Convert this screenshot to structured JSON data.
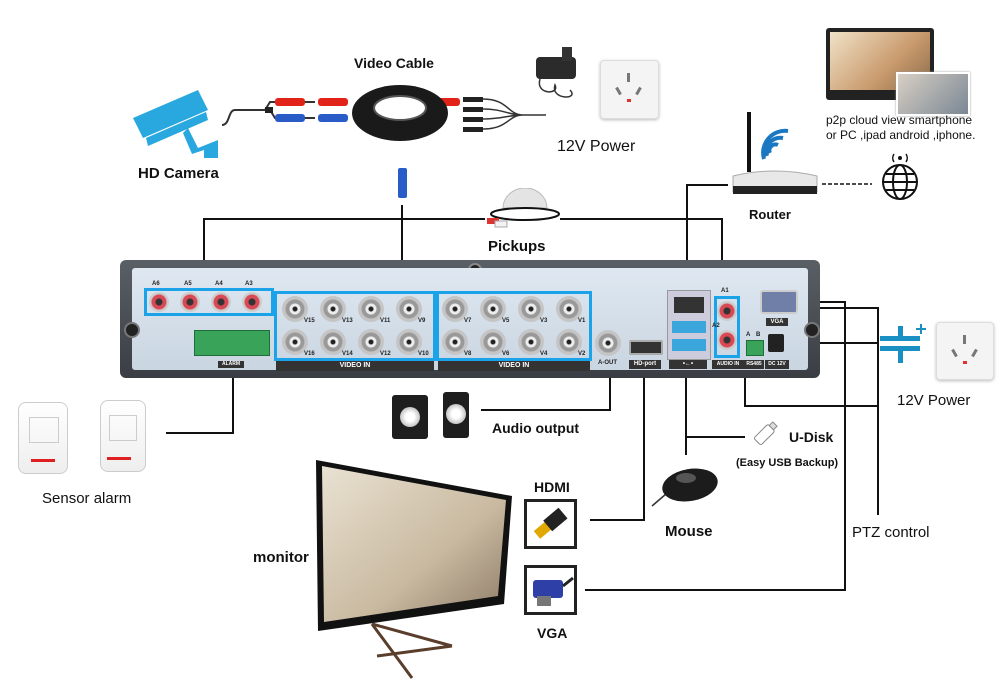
{
  "diagram": {
    "title_labels": {
      "video_cable": "Video Cable",
      "hd_camera": "HD Camera",
      "power_top": "12V Power",
      "cloud_view": "p2p cloud view smartphone",
      "cloud_view_2": "or PC ,ipad android ,iphone.",
      "router": "Router",
      "pickups": "Pickups",
      "power_right": "12V Power",
      "audio_output": "Audio output",
      "u_disk": "U-Disk",
      "u_disk_sub": "(Easy USB Backup)",
      "sensor_alarm": "Sensor alarm",
      "hdmi": "HDMI",
      "mouse": "Mouse",
      "ptz_control": "PTZ control",
      "monitor": "monitor",
      "vga": "VGA"
    },
    "dvr_panel": {
      "audio_in_left": [
        "A6",
        "A5",
        "A4",
        "A3"
      ],
      "video_in_top_left": [
        "V15",
        "V13",
        "V11",
        "V9"
      ],
      "video_in_bottom_left": [
        "V16",
        "V14",
        "V12",
        "V10"
      ],
      "video_in_top_right": [
        "V7",
        "V5",
        "V3",
        "V1"
      ],
      "video_in_bottom_right": [
        "V8",
        "V6",
        "V4",
        "V2"
      ],
      "video_in_label": "VIDEO IN",
      "alarm_label": "ALARM",
      "a_out": "A-OUT",
      "hd_port": "HD-port",
      "usb": "•←•",
      "audio_in": "AUDIO IN",
      "a1": "A1",
      "a2": "A2",
      "rs485": "RS485",
      "rs_a": "A",
      "rs_b": "B",
      "dc12v": "DC 12V",
      "vga": "VGA"
    },
    "colors": {
      "accent_blue": "#1aa3e8",
      "wire": "#111111",
      "camera_blue": "#29a8e0"
    }
  }
}
